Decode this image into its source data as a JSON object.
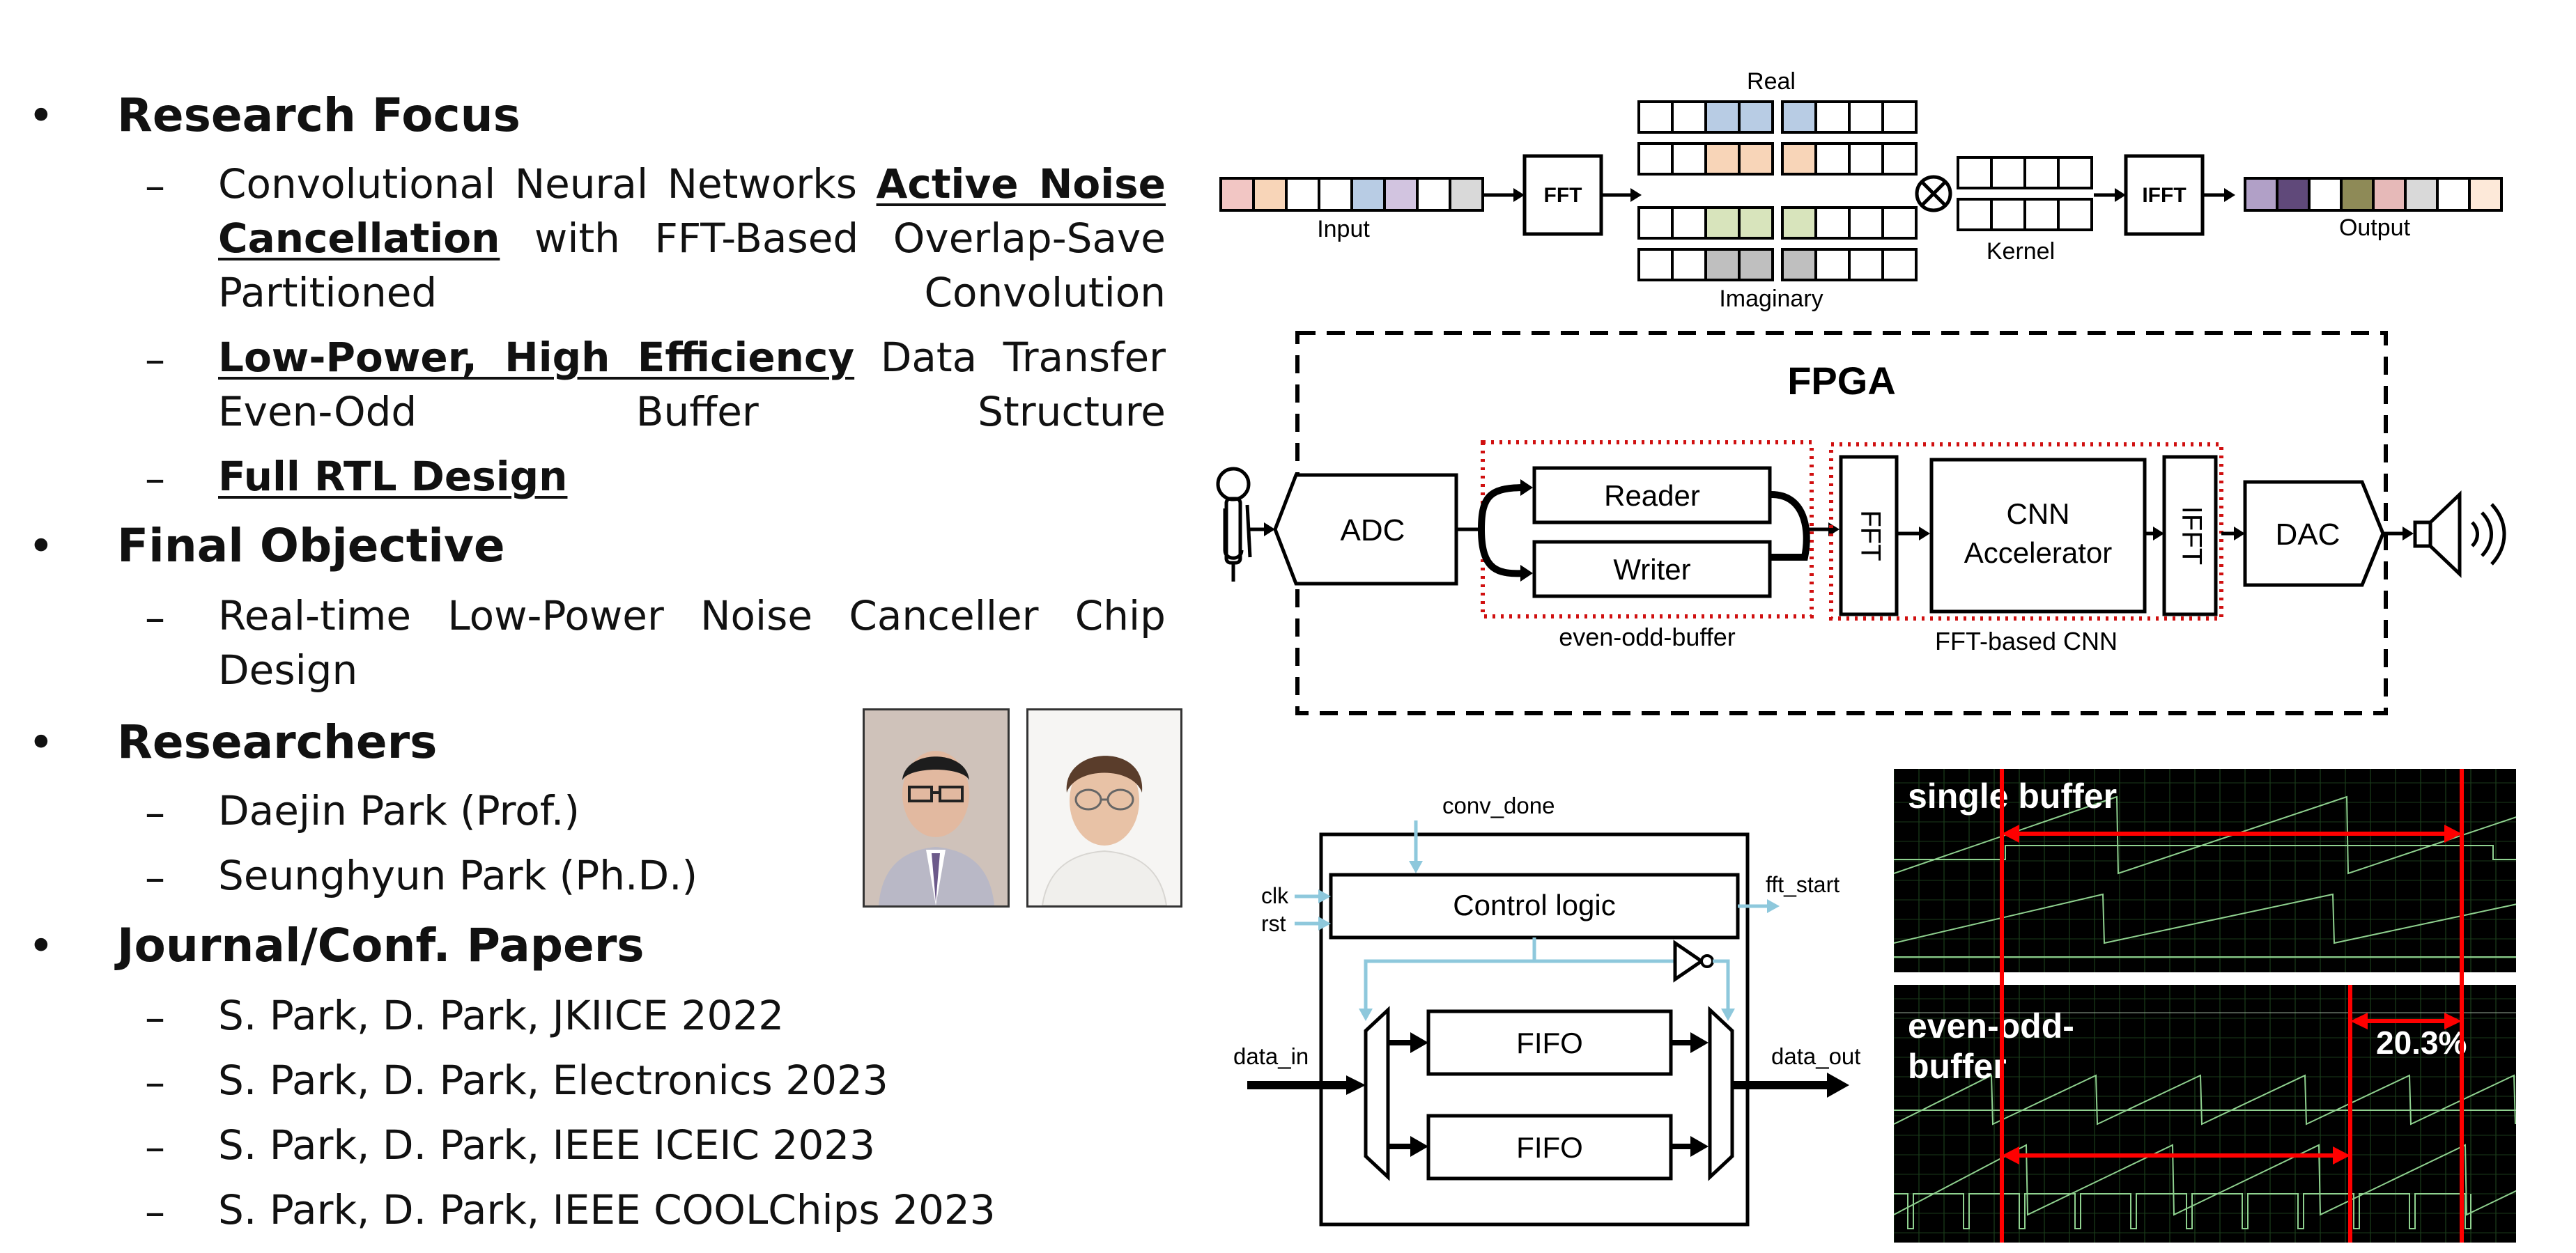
{
  "sections": [
    {
      "heading": "Research Focus",
      "items": [
        {
          "pre": "Convolutional Neural Networks ",
          "em": "Active Noise Cancellation",
          "post": " with FFT-Based Overlap-Save Partitioned Convolution"
        },
        {
          "pre": "",
          "em": "Low-Power, High Efficiency",
          "post": " Data Transfer Even-Odd Buffer Structure"
        },
        {
          "pre": "",
          "em": "Full RTL Design",
          "post": ""
        }
      ]
    },
    {
      "heading": "Final Objective",
      "items": [
        {
          "text": "Real-time Low-Power Noise Canceller Chip Design"
        }
      ]
    },
    {
      "heading": "Researchers",
      "items": [
        {
          "text": "Daejin Park (Prof.)"
        },
        {
          "text": "Seunghyun Park (Ph.D.)"
        }
      ]
    },
    {
      "heading": "Journal/Conf. Papers",
      "items": [
        {
          "text": "S. Park, D. Park, JKIICE 2022"
        },
        {
          "text": "S. Park, D. Park, Electronics 2023"
        },
        {
          "text": "S. Park, D. Park, IEEE ICEIC 2023"
        },
        {
          "text": "S. Park, D. Park, IEEE COOLChips 2023"
        }
      ]
    }
  ],
  "bullet_char": "•",
  "dash_char": "–",
  "fft_diagram": {
    "input": "Input",
    "fft": "FFT",
    "real": "Real",
    "imaginary": "Imaginary",
    "multiply": "⊗",
    "kernel": "Kernel",
    "ifft": "IFFT",
    "output": "Output",
    "input_colors": [
      "#f2c6c4",
      "#f8d5b8",
      "#ffffff",
      "#ffffff",
      "#b8cce4",
      "#d2c4e0",
      "#ffffff",
      "#d9d9d9"
    ],
    "real_colors": [
      "#ffffff",
      "#ffffff",
      "#b8cce4",
      "#b8cce4",
      "#b8cce4",
      "#ffffff",
      "#ffffff",
      "#ffffff"
    ],
    "real2_colors": [
      "#ffffff",
      "#ffffff",
      "#f8d5b8",
      "#f8d5b8",
      "#f8d5b8",
      "#ffffff",
      "#ffffff",
      "#ffffff"
    ],
    "imag_colors": [
      "#ffffff",
      "#ffffff",
      "#d8e4bc",
      "#d8e4bc",
      "#d8e4bc",
      "#ffffff",
      "#ffffff",
      "#ffffff"
    ],
    "imag2_colors": [
      "#ffffff",
      "#ffffff",
      "#bfbfbf",
      "#bfbfbf",
      "#bfbfbf",
      "#ffffff",
      "#ffffff",
      "#ffffff"
    ],
    "output_colors": [
      "#b1a0c7",
      "#60497a",
      "#ffffff",
      "#8e8a57",
      "#e6b9b8",
      "#d9d9d9",
      "#ffffff",
      "#fde9d9"
    ]
  },
  "fpga_diagram": {
    "title": "FPGA",
    "adc": "ADC",
    "reader": "Reader",
    "writer": "Writer",
    "buffer_label": "even-odd-buffer",
    "fft": "FFT",
    "cnn_line1": "CNN",
    "cnn_line2": "Accelerator",
    "ifft": "IFFT",
    "cnn_label": "FFT-based CNN",
    "dac": "DAC"
  },
  "buffer_diagram": {
    "conv_done": "conv_done",
    "clk": "clk",
    "rst": "rst",
    "control_logic": "Control logic",
    "fft_start": "fft_start",
    "data_in": "data_in",
    "data_out": "data_out",
    "fifo1": "FIFO",
    "fifo2": "FIFO"
  },
  "waveform": {
    "single_label": "single buffer",
    "even_odd_label_1": "even-odd-",
    "even_odd_label_2": "buffer",
    "improvement": "20.3%",
    "accent": "#ff0000"
  }
}
